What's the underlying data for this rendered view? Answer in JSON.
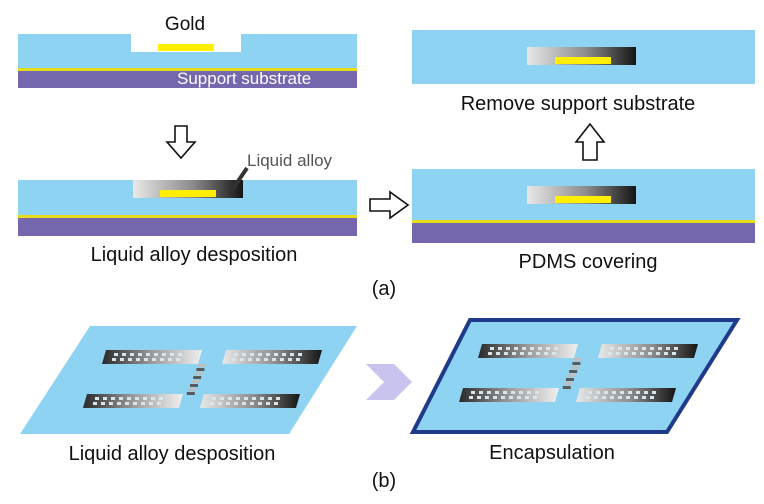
{
  "colors": {
    "pdms": "#8fd3f3",
    "substrate": "#7566ad",
    "gold": "#ffee00",
    "gold_line": "#e6dc1a",
    "outline": "#1f3a8a",
    "pad_light": "#e6e6e6",
    "pad_dark": "#1a1a1a",
    "arrow_fill": "#ffffff",
    "arrow_stroke": "#111111",
    "process_arrow": "#c8c4ef"
  },
  "labels": {
    "gold": "Gold",
    "support_substrate": "Support substrate",
    "liquid_alloy": "Liquid alloy",
    "step_deposition": "Liquid alloy desposition",
    "step_pdms": "PDMS covering",
    "step_remove": "Remove support substrate",
    "panel_a": "(a)",
    "panel_b_left": "Liquid alloy desposition",
    "panel_b_right": "Encapsulation",
    "panel_b": "(b)"
  },
  "icons": {
    "down_arrow": "hollow-arrow-down-icon",
    "right_arrow": "hollow-arrow-right-icon",
    "up_arrow": "hollow-arrow-up-icon",
    "process_arrow": "chevron-arrow-right-icon"
  }
}
